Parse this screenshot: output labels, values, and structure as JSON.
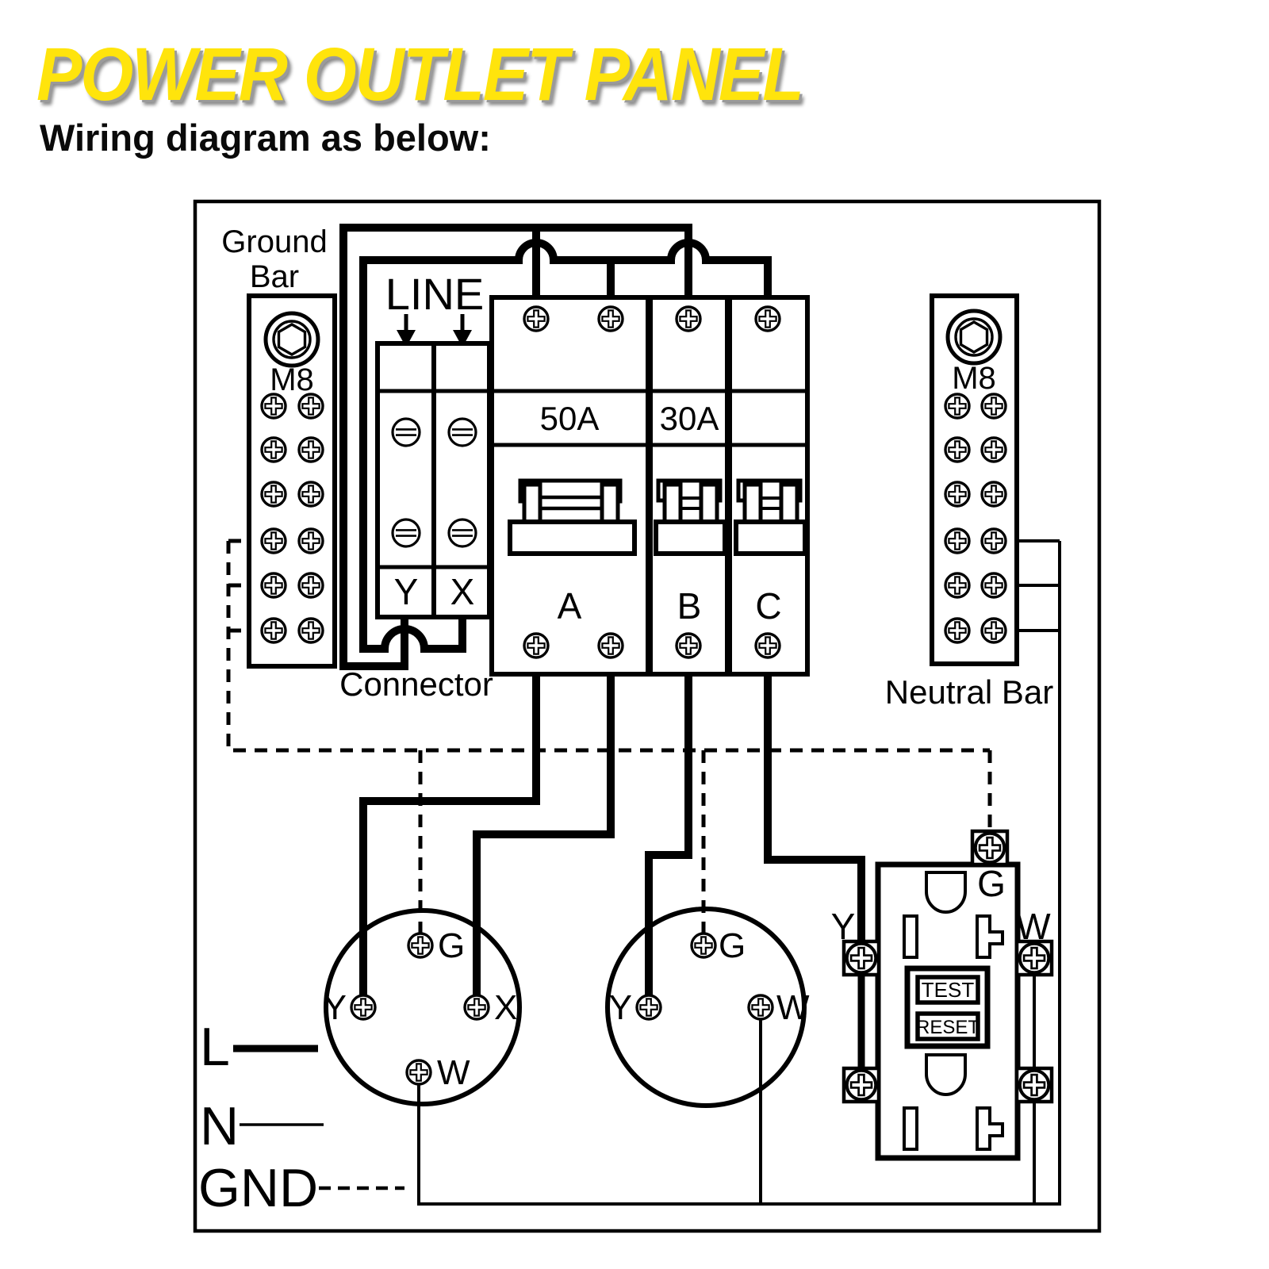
{
  "title": "POWER OUTLET PANEL",
  "subtitle": "Wiring diagram as below:",
  "colors": {
    "title_yellow": "#FFE40C",
    "title_shadow": "#8C8C8C",
    "ink": "#000000",
    "background": "#FFFFFF"
  },
  "diagram": {
    "ground_bar": {
      "label_line1": "Ground",
      "label_line2": "Bar",
      "bolt_label": "M8"
    },
    "line_in": {
      "label": "LINE"
    },
    "connector": {
      "label": "Connector",
      "terminal_left": "Y",
      "terminal_right": "X"
    },
    "breaker_a": {
      "rating": "50A",
      "label": "A"
    },
    "breaker_b": {
      "rating": "30A",
      "label": "B"
    },
    "breaker_c": {
      "label": "C"
    },
    "neutral_bar": {
      "label": "Neutral Bar",
      "bolt_label": "M8"
    },
    "outlet1": {
      "g": "G",
      "y": "Y",
      "x": "X",
      "w": "W"
    },
    "outlet2": {
      "g": "G",
      "y": "Y",
      "w": "W"
    },
    "gfci": {
      "g": "G",
      "y": "Y",
      "w": "W",
      "test_button": "TEST",
      "reset_button": "RESET"
    },
    "legend": {
      "line": "L",
      "neutral": "N",
      "ground": "GND"
    }
  }
}
